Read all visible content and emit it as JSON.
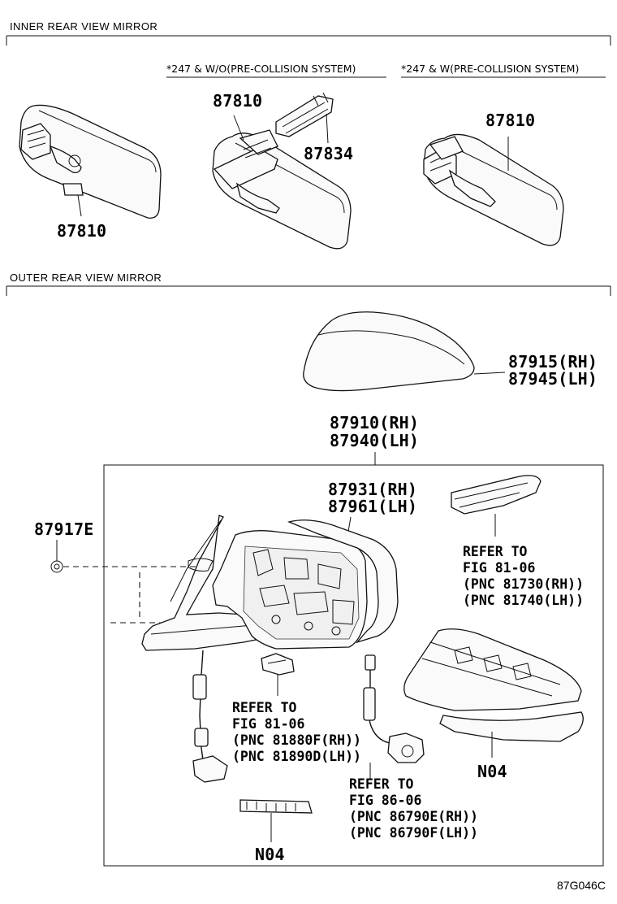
{
  "sections": {
    "inner": "INNER REAR VIEW MIRROR",
    "outer": "OUTER REAR VIEW MIRROR"
  },
  "notes": {
    "wo_pcs": "*247 & W/O(PRE-COLLISION SYSTEM)",
    "w_pcs": "*247 & W(PRE-COLLISION SYSTEM)"
  },
  "parts": {
    "p87810_a": "87810",
    "p87810_b": "87810",
    "p87834": "87834",
    "p87810_c": "87810",
    "p87915": "87915(RH)",
    "p87945": "87945(LH)",
    "p87910": "87910(RH)",
    "p87940": "87940(LH)",
    "p87931": "87931(RH)",
    "p87961": "87961(LH)",
    "p87917e": "87917E",
    "n04_a": "N04",
    "n04_b": "N04"
  },
  "refs": {
    "r1": [
      "REFER TO",
      "FIG 81-06",
      "(PNC 81730(RH))",
      "(PNC 81740(LH))"
    ],
    "r2": [
      "REFER TO",
      "FIG 81-06",
      "(PNC 81880F(RH))",
      "(PNC 81890D(LH))"
    ],
    "r3": [
      "REFER TO",
      "FIG 86-06",
      "(PNC 86790E(RH))",
      "(PNC 86790F(LH))"
    ]
  },
  "diagram_code": "87G046C"
}
